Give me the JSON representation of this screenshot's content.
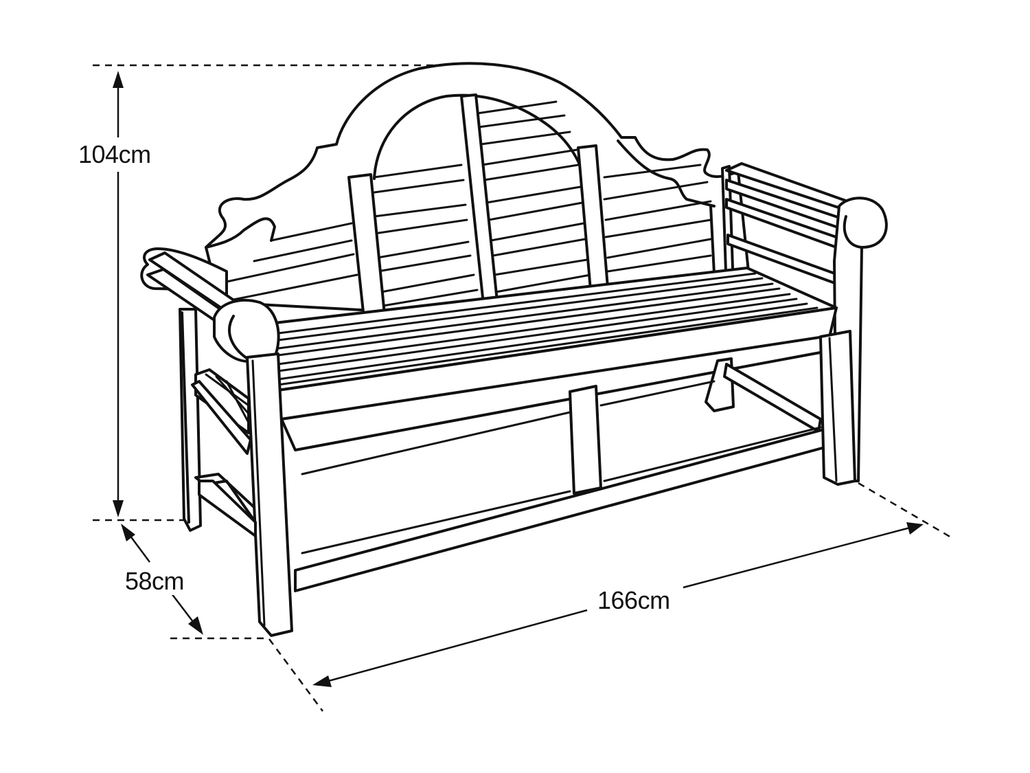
{
  "diagram": {
    "subject": "Lutyens-style garden bench line drawing",
    "colors": {
      "line": "#111111",
      "background": "#ffffff"
    },
    "dimensions": {
      "height": {
        "label": "104cm",
        "value": 104,
        "unit": "cm"
      },
      "depth": {
        "label": "58cm",
        "value": 58,
        "unit": "cm"
      },
      "width": {
        "label": "166cm",
        "value": 166,
        "unit": "cm"
      }
    }
  }
}
